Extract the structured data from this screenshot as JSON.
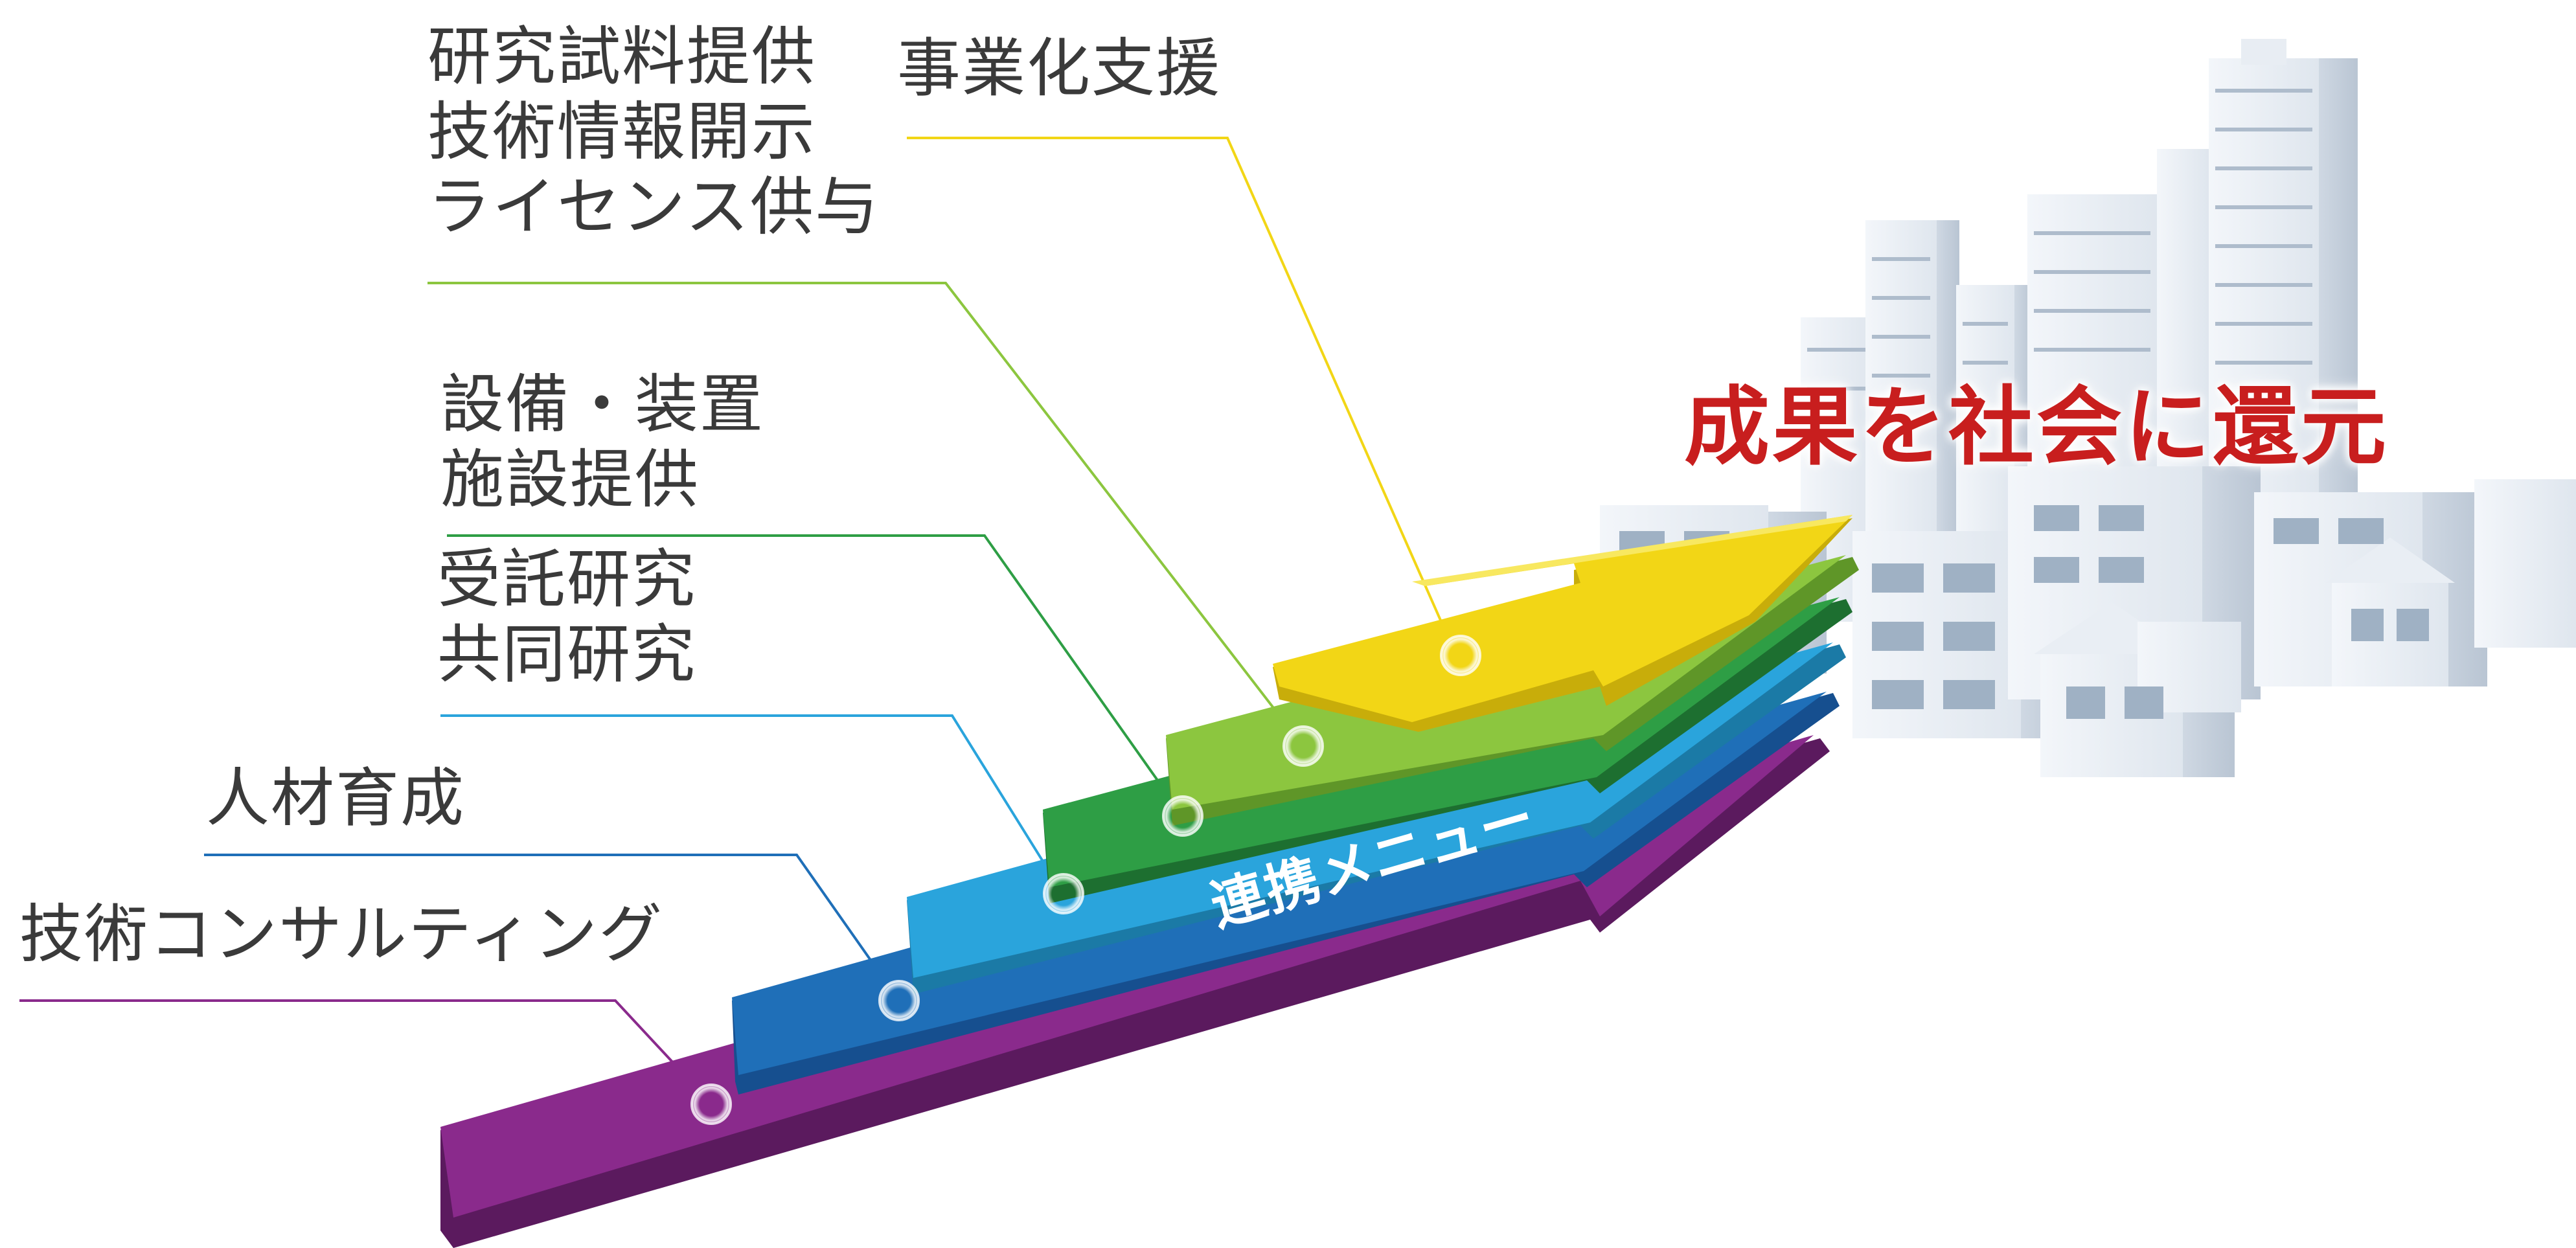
{
  "diagram": {
    "headline": "成果を社会に還元",
    "arrow_label": "連携メニュー",
    "menu_items": [
      {
        "lines": [
          "事業化支援"
        ],
        "color": "#f2d616"
      },
      {
        "lines": [
          "研究試料提供",
          "技術情報開示",
          "ライセンス供与"
        ],
        "color": "#8cc63f"
      },
      {
        "lines": [
          "設備・装置",
          "施設提供"
        ],
        "color": "#2e9e45"
      },
      {
        "lines": [
          "受託研究",
          "共同研究"
        ],
        "color": "#2aa4dc"
      },
      {
        "lines": [
          "人材育成"
        ],
        "color": "#1f6fb8"
      },
      {
        "lines": [
          "技術コンサルティング"
        ],
        "color": "#8a2a8c"
      }
    ],
    "headline_color": "#c81e1e"
  }
}
